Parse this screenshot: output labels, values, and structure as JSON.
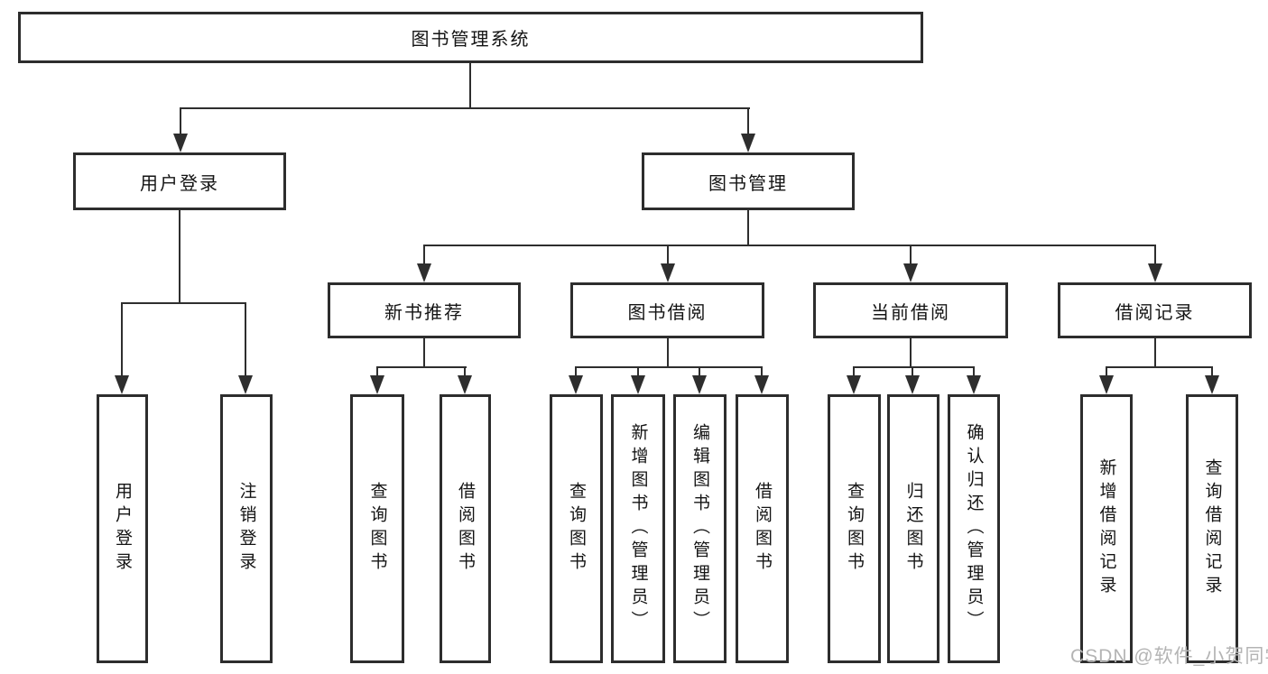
{
  "diagram": {
    "root": "图书管理系统",
    "level2": [
      "用户登录",
      "图书管理"
    ],
    "level3": [
      "新书推荐",
      "图书借阅",
      "当前借阅",
      "借阅记录"
    ],
    "leaves": {
      "user_login": [
        "用户登录",
        "注销登录"
      ],
      "new_books": [
        "查询图书",
        "借阅图书"
      ],
      "book_borrow": [
        "查询图书",
        "新增图书（管理员）",
        "编辑图书（管理员）",
        "借阅图书"
      ],
      "current_borrow": [
        "查询图书",
        "归还图书",
        "确认归还（管理员）"
      ],
      "borrow_records": [
        "新增借阅记录",
        "查询借阅记录"
      ]
    }
  },
  "watermark": {
    "text": "CSDN @软件_小贺同学",
    "color": "#b4b4b4"
  },
  "colors": {
    "line": "#2e2e2e",
    "border": "#2d2d2d",
    "text": "#141414",
    "background": "#ffffff"
  }
}
